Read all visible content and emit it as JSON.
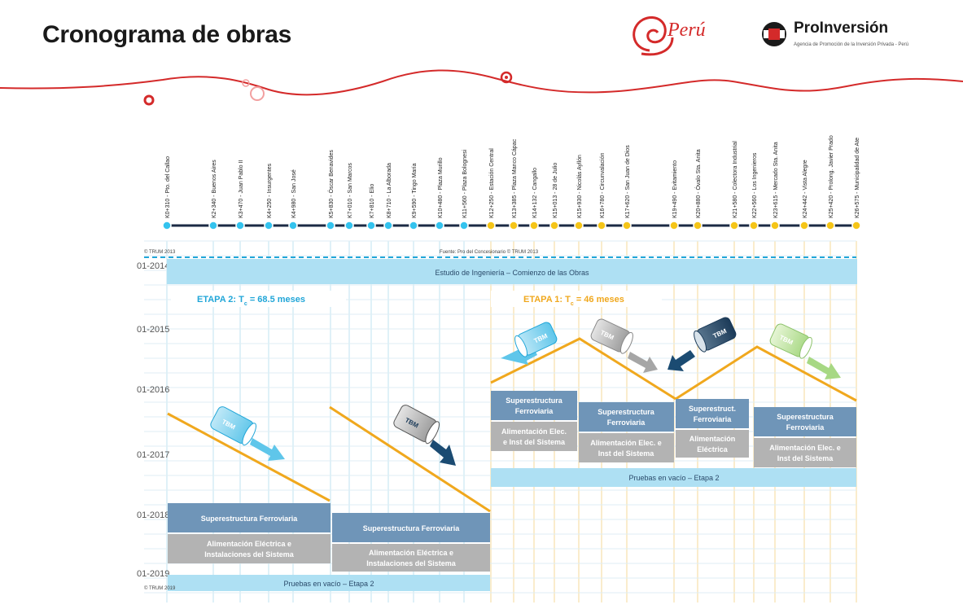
{
  "title": "Cronograma de obras",
  "logos": {
    "peru": "Perú",
    "proinversion": "ProInversión",
    "proinversion_sub": "Agencia de Promoción de la Inversión Privada - Perú"
  },
  "stations": [
    "K0+310 - Pto. del Callao",
    "K2+340 - Buenos Aires",
    "K3+470 - Juan Pablo II",
    "K4+250 - Insurgentes",
    "K4+980 - San José",
    "K5+830 - Óscar Benavides",
    "K7+010 - San Marcos",
    "K7+810 - Elio",
    "K8+710 - La Alborada",
    "K9+590 - Tingo María",
    "K10+480 - Plaza Murillo",
    "K11+560 - Plaza Bolognesi",
    "K12+250 - Estación Central",
    "K13+385 - Plaza Manco Cápac",
    "K14+132 - Cangallo",
    "K15+013 - 28 de Julio",
    "K15+930 - Nicolás Ayllón",
    "K16+780 - Circunvalación",
    "K17+620 - San Juan de Dios",
    "K19+490 - Evitamiento",
    "K20+880 - Óvalo Sta. Anita",
    "K21+580 - Colectora Industrial",
    "K22+560 - Los Ingenieros",
    "K23+615 - Mercado Sta. Anita",
    "K24+442 - Vista Alegre",
    "K25+420 - Prolong. Javier Prado",
    "K26+575 - Municipalidad de Ate"
  ],
  "y_labels": [
    "01-2014",
    "01-2015",
    "01-2016",
    "01-2017",
    "01-2018",
    "01-2019"
  ],
  "notes": {
    "top_left": "© TRUM 2013",
    "top_center": "Fuente: Pro del Concesionario © TRUM 2013",
    "bottom_left": "© TRUM 2019"
  },
  "banners": {
    "ingenieria": "Estudio de Ingeniería – Comienzo de las Obras",
    "etapa2": "ETAPA 2: T",
    "etapa2_sub": "c",
    "etapa2_tail": " = 68.5 meses",
    "etapa1": "ETAPA 1: T",
    "etapa1_sub": "c",
    "etapa1_tail": " = 46 meses"
  },
  "tbm_label": "TBM",
  "blocks": {
    "superestructura_ferroviaria": "Superestructura Ferroviaria",
    "superestructura_line1": "Superestructura",
    "superestructura_line2": "Ferroviaria",
    "superestruct_line1": "Superestruct.",
    "alimentacion_line1": "Alimentación Eléctrica e",
    "alimentacion_line2": "Instalaciones del Sistema",
    "alim_a_line1": "Alimentación Elec.",
    "alim_a_line2": "e Inst del Sistema",
    "alim_b_line1": "Alimentación Elec. e",
    "alim_b_line2": "Inst del Sistema",
    "alim_c_line1": "Alimentación",
    "alim_c_line2": "Eléctrica",
    "pruebas_etapa2": "Pruebas en vacío – Etapa 2",
    "pruebas_etapa1": "Pruebas en vacío – Etapa 2"
  },
  "colors": {
    "accent_blue": "#21a6d8",
    "accent_orange": "#f0a81e",
    "line_navy": "#1b2a44",
    "block_blue": "#6f95b8",
    "block_grey": "#b3b3b3",
    "light_blue": "#aee0f3",
    "peru_red": "#d42a2a"
  }
}
